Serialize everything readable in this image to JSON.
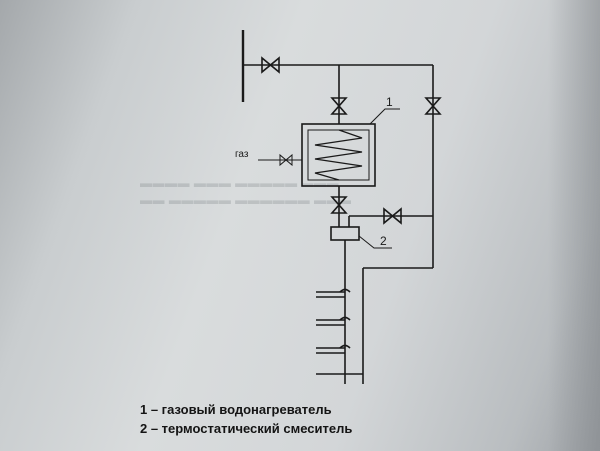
{
  "diagram": {
    "labels": {
      "gas": "газ",
      "callout_1": "1",
      "callout_2": "2"
    },
    "legend": [
      "1 – газовый водонагреватель",
      "2 – термостатический смеситель"
    ]
  },
  "colors": {
    "line": "#1a1a1a",
    "paper": "#d6d9db",
    "background": "#8c9094"
  }
}
